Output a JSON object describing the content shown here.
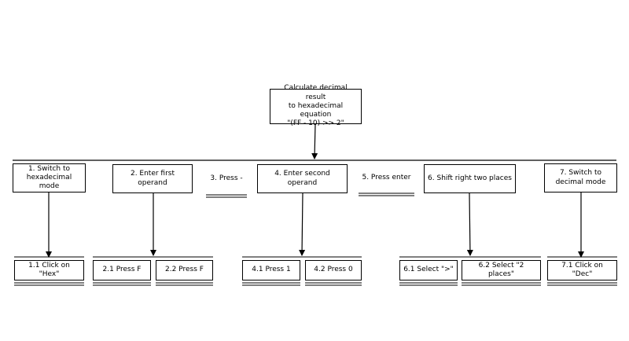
{
  "goal": {
    "text": "Calculate decimal result\nto hexadecimal equation\n\"(FF - 10) >> 2\""
  },
  "steps": [
    {
      "text": "1. Switch to\nhexadecimal mode"
    },
    {
      "text": "2. Enter first operand"
    },
    {
      "text": "3. Press -"
    },
    {
      "text": "4. Enter second operand"
    },
    {
      "text": "5. Press enter"
    },
    {
      "text": "6. Shift right two places"
    },
    {
      "text": "7. Switch to\ndecimal mode"
    }
  ],
  "substeps": [
    {
      "text": "1.1 Click on \"Hex\""
    },
    {
      "text": "2.1 Press F"
    },
    {
      "text": "2.2 Press F"
    },
    {
      "text": "4.1 Press 1"
    },
    {
      "text": "4.2 Press 0"
    },
    {
      "text": "6.1 Select \">\""
    },
    {
      "text": "6.2 Select \"2 places\""
    },
    {
      "text": "7.1 Click on \"Dec\""
    }
  ]
}
